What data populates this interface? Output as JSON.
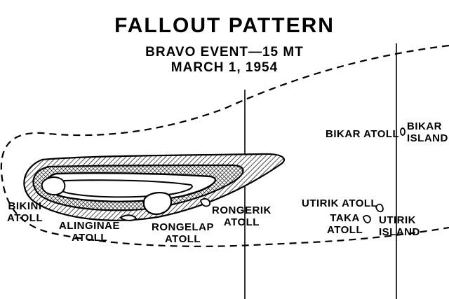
{
  "title": "FALLOUT PATTERN",
  "subtitle_line1": "BRAVO EVENT—15 MT",
  "subtitle_line2": "MARCH 1, 1954",
  "labels": {
    "bikini_atoll": [
      "BIKINI",
      "ATOLL"
    ],
    "ailinginae_atoll": [
      "ALINGINAE",
      "ATOLL"
    ],
    "rongelap_atoll": [
      "RONGELAP",
      "ATOLL"
    ],
    "rongerik_atoll": [
      "RONGERIK",
      "ATOLL"
    ],
    "bikar_atoll": "BIKAR ATOLL",
    "bikar_island": [
      "BIKAR",
      "ISLAND"
    ],
    "utirik_atoll": "UTIRIK ATOLL",
    "taka_atoll": [
      "TAKA",
      "ATOLL"
    ],
    "utirik_island": [
      "UTIRIK",
      "ISLAND"
    ]
  },
  "colors": {
    "ink": "#000000",
    "paper": "#ffffff",
    "hatch_fill": "#bdbdbd"
  }
}
